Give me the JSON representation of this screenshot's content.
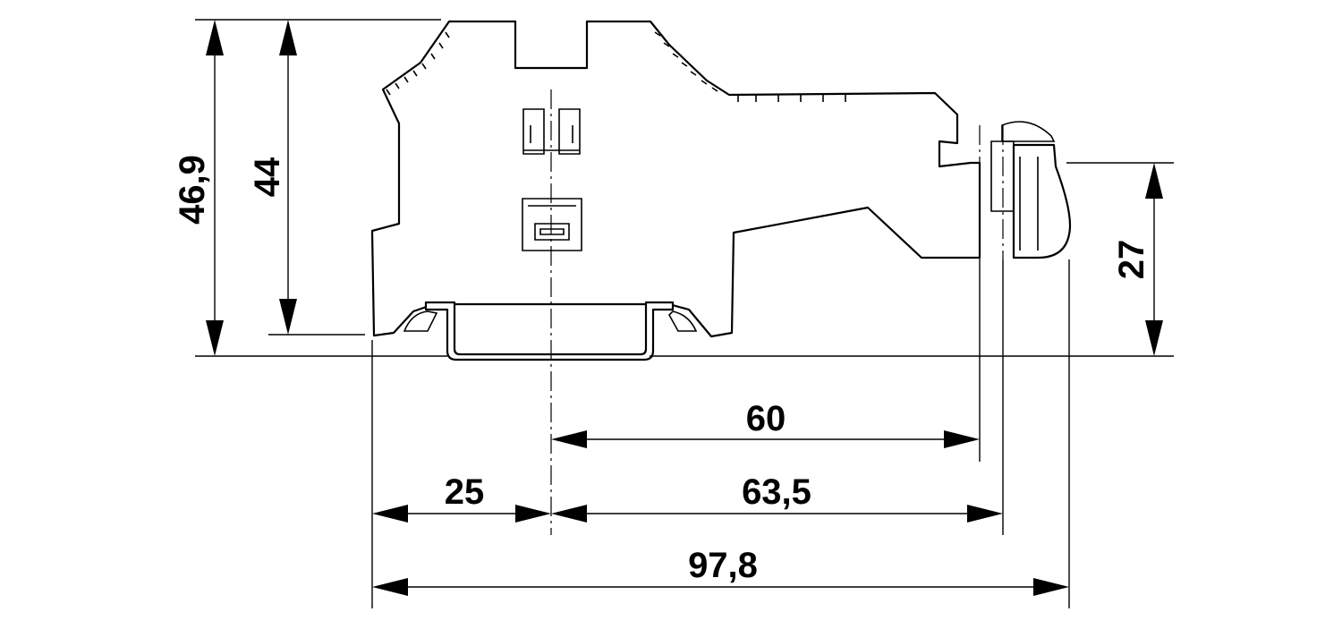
{
  "dimensions": {
    "height_total": "46,9",
    "height_body": "44",
    "height_screw": "27",
    "pitch_60": "60",
    "left_25": "25",
    "right_63_5": "63,5",
    "width_total": "97,8"
  }
}
